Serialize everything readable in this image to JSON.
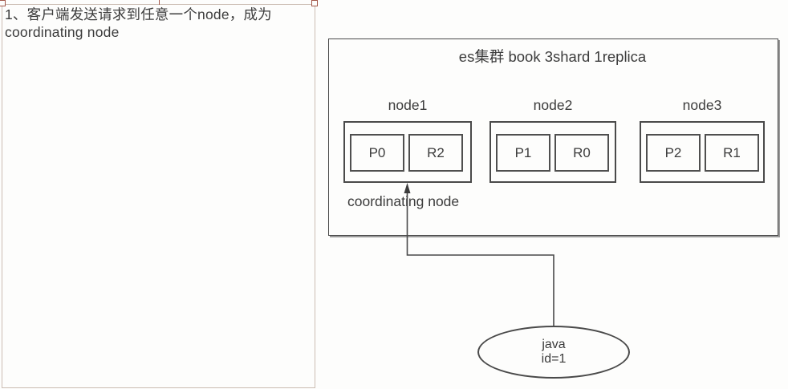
{
  "note": {
    "line1": "1、客户端发送请求到任意一个node，成为",
    "line2": "coordinating node"
  },
  "cluster": {
    "title": "es集群 book 3shard 1replica",
    "nodes": [
      {
        "label": "node1",
        "shards": [
          "P0",
          "R2"
        ]
      },
      {
        "label": "node2",
        "shards": [
          "P1",
          "R0"
        ]
      },
      {
        "label": "node3",
        "shards": [
          "P2",
          "R1"
        ]
      }
    ],
    "coordinating_label": "coordinating node"
  },
  "client": {
    "line1": "java",
    "line2": "id=1"
  },
  "colors": {
    "diagram_line": "#4a4a4a",
    "text": "#3c3c3c",
    "selection_border": "#cbbdb3",
    "selection_handle": "#a3584a",
    "background": "#fdfdfc"
  }
}
